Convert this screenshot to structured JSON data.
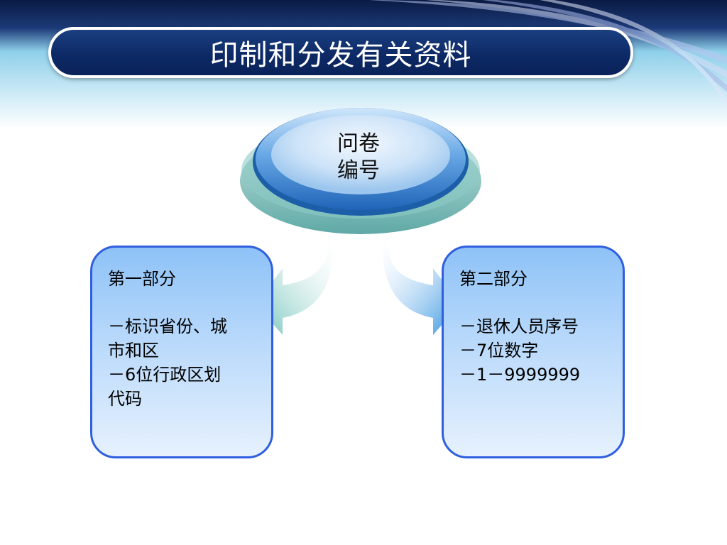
{
  "title": "印制和分发有关资料",
  "center": {
    "line1": "问卷",
    "line2": "编号"
  },
  "left_panel": {
    "heading": "第一部分",
    "lines": [
      "－标识省份、城",
      "市和区",
      "－6位行政区划",
      "代码"
    ]
  },
  "right_panel": {
    "heading": "第二部分",
    "lines": [
      "－退休人员序号",
      "－7位数字",
      "－1－9999999"
    ]
  },
  "colors": {
    "title_bar": "#0d2a66",
    "panel_border": "#2f5fe0",
    "panel_fill": "#b9d9fb",
    "oval_fill": "#2f7fd0",
    "oval_base": "#6fb7b4"
  }
}
